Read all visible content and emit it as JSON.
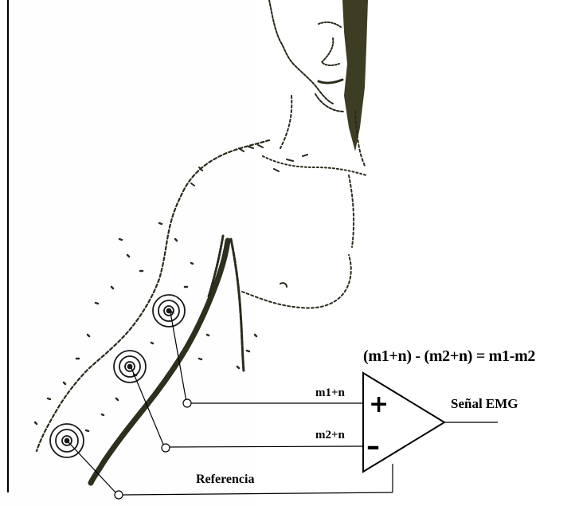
{
  "diagram": {
    "formula": "(m1+n) - (m2+n) = m1-m2",
    "input_positive_label": "m1+n",
    "input_negative_label": "m2+n",
    "plus_symbol": "+",
    "minus_symbol": "–",
    "output_label": "Señal EMG",
    "reference_label": "Referencia",
    "colors": {
      "ink": "#000000",
      "skin_sketch": "#2a2a1c",
      "shading": "#3d3d24",
      "background": "#ffffff"
    },
    "icons": [
      "electrode-icon",
      "differential-amplifier-icon"
    ]
  }
}
